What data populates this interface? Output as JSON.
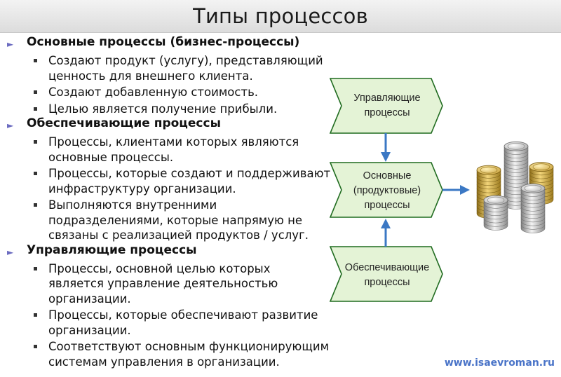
{
  "title": "Типы процессов",
  "sections": [
    {
      "heading": "Основные процессы (бизнес-процессы)",
      "bullets": [
        [
          "Создают продукт (услугу), представляющий",
          "ценность для внешнего клиента."
        ],
        [
          "Создают добавленную стоимость."
        ],
        [
          "Целью является получение прибыли."
        ]
      ]
    },
    {
      "heading": "Обеспечивающие процессы",
      "bullets": [
        [
          "Процессы, клиентами которых являются",
          "основные процессы."
        ],
        [
          "Процессы, которые создают и поддерживают",
          "инфраструктуру организации."
        ],
        [
          "Выполняются внутренними",
          "подразделениями, которые напрямую не",
          "связаны с реализацией продуктов / услуг."
        ]
      ]
    },
    {
      "heading": "Управляющие процессы",
      "bullets": [
        [
          "Процессы, основной целью которых",
          "является управление деятельностью",
          "организации."
        ],
        [
          "Процессы, которые обеспечивают развитие",
          "организации."
        ],
        [
          "Соответствуют основным функционирующим",
          "системам управления в организации."
        ]
      ]
    }
  ],
  "diagram": {
    "managing": [
      "Управляющие",
      "процессы"
    ],
    "core": [
      "Основные",
      "(продуктовые)",
      "процессы"
    ],
    "supporting": [
      "Обеспечивающие",
      "процессы"
    ],
    "colors": {
      "shape_fill": "#e4f3d6",
      "shape_stroke": "#1f6b1f",
      "arrow": "#3b78c4"
    },
    "coins_icon": "coin-stacks-icon"
  },
  "watermark": "www.isaevroman.ru"
}
